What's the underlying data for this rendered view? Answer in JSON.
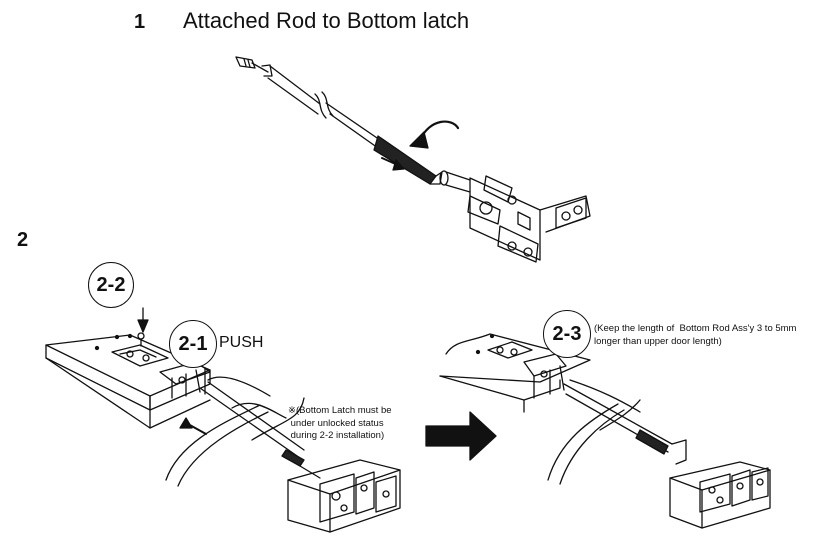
{
  "step1": {
    "number": "1",
    "title": "Attached Rod to Bottom latch"
  },
  "step2": {
    "number": "2",
    "sub_2_2": "2-2",
    "sub_2_1": "2-1",
    "push_label": "PUSH",
    "sub_2_3": "2-3",
    "note_latch": "※(Bottom Latch must be\n under unlocked status\n during 2-2 installation)",
    "note_length": "(Keep the length of  Bottom Rod Ass'y 3 to 5mm\nlonger than upper door length)"
  }
}
